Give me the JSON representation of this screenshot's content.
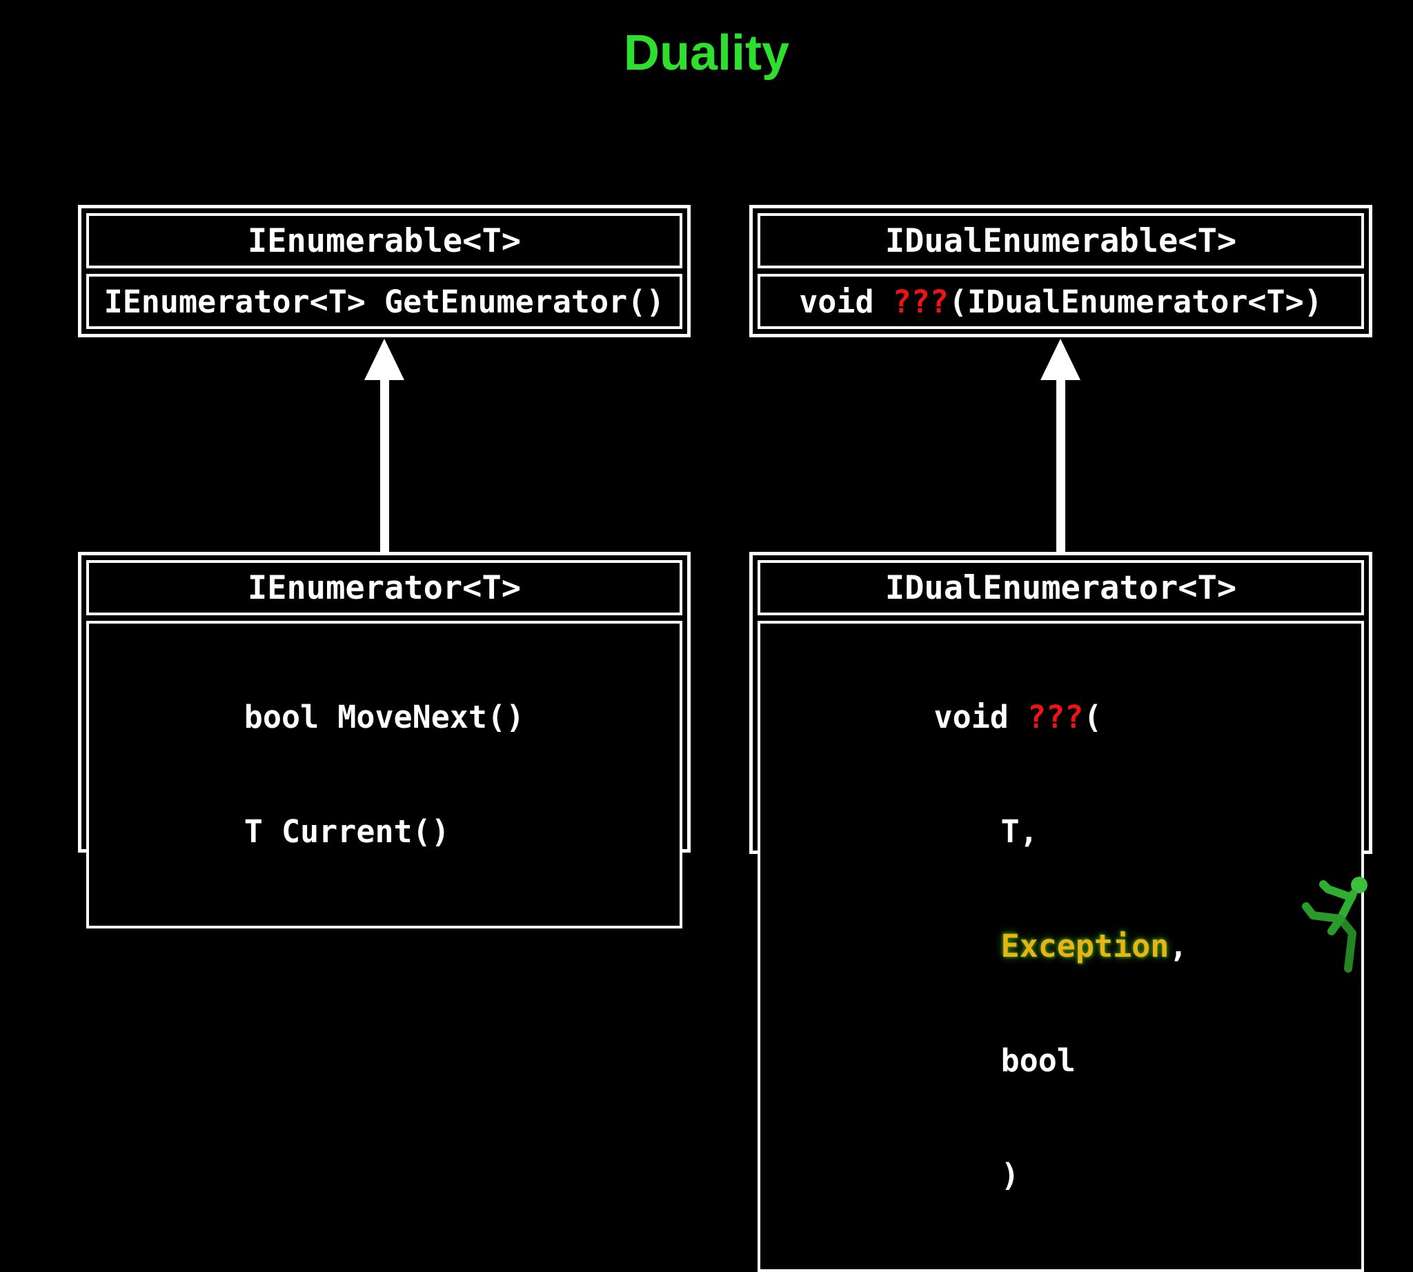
{
  "slide": {
    "title": "Duality"
  },
  "boxes": {
    "ienumerable": {
      "title": "IEnumerable<T>",
      "method_sig": "IEnumerator<T> GetEnumerator()"
    },
    "idualenumerable": {
      "title": "IDualEnumerable<T>",
      "sig_prefix": "void ",
      "sig_unknown": "???",
      "sig_suffix": "(IDualEnumerator<T>)"
    },
    "ienumerator": {
      "title": "IEnumerator<T>",
      "method_1": "bool MoveNext()",
      "method_2": "T Current()"
    },
    "idualenumerator": {
      "title": "IDualEnumerator<T>",
      "sig_prefix": "void ",
      "sig_unknown": "???",
      "sig_open": "(",
      "param_1": "T,",
      "param_2_highlight": "Exception",
      "param_2_comma": ",",
      "param_3": "bool",
      "sig_close": ")"
    }
  },
  "diagram": {
    "relationships": [
      {
        "type": "inherits",
        "from": "IEnumerator<T>",
        "to": "IEnumerable<T>"
      },
      {
        "type": "inherits",
        "from": "IDualEnumerator<T>",
        "to": "IDualEnumerable<T>"
      }
    ]
  },
  "logo": {
    "name": "green-runner-figure"
  },
  "colors": {
    "background": "#000000",
    "box_border": "#ffffff",
    "text": "#ffffff",
    "title_green": "#2de02d",
    "unknown_red": "#ee1414",
    "exception_yellow": "#e8b413",
    "exception_glow_green": "#2d6b12",
    "logo_green": "#2fae2f"
  }
}
